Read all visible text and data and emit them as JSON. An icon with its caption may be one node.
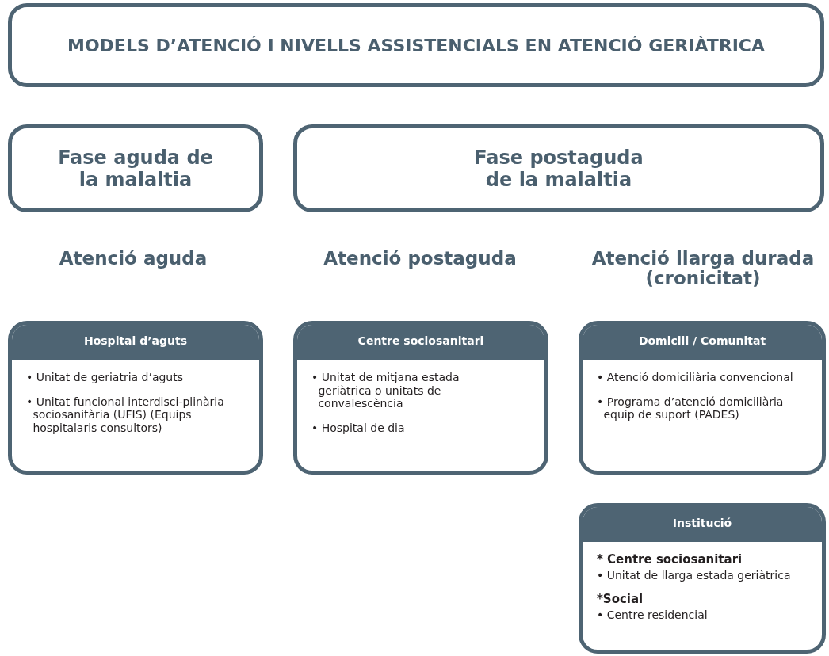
{
  "diagram": {
    "nodes": [
      {
        "text": [
          "MODELS D’ATENCIÓ I NIVELLS ASSISTENCIALS EN ATENCIÓ GERIÀTRICA"
        ]
      },
      {
        "text": [
          "Fase aguda de la malaltia"
        ]
      },
      {
        "text": [
          "Fase postaguda de la malaltia"
        ]
      },
      {
        "text": [
          "Hospital d’aguts",
          "• Unitat de geriatria d’aguts",
          "• Unitat funcional interdisci-plinària sociosanitària (UFIS) (Equips hospitalaris consultors)"
        ]
      },
      {
        "text": [
          "Centre sociosanitari",
          "• Unitat de mitjana estada geriàtrica o unitats de convalescència",
          "• Hospital de dia"
        ]
      },
      {
        "text": [
          "Domicili / Comunitat",
          "• Atenció domiciliària convencional",
          "• Programa d’atenció domiciliària equip de suport (PADES)"
        ]
      },
      {
        "text": [
          "Institució",
          "* Centre sociosanitari",
          "• Unitat de llarga estada geriàtrica",
          "*Social",
          "• Centre residencial"
        ]
      }
    ],
    "edges": [],
    "labels": [
      "Atenció aguda",
      "Atenció postaguda",
      "Atenció llarga durada (cronicitat)"
    ]
  }
}
